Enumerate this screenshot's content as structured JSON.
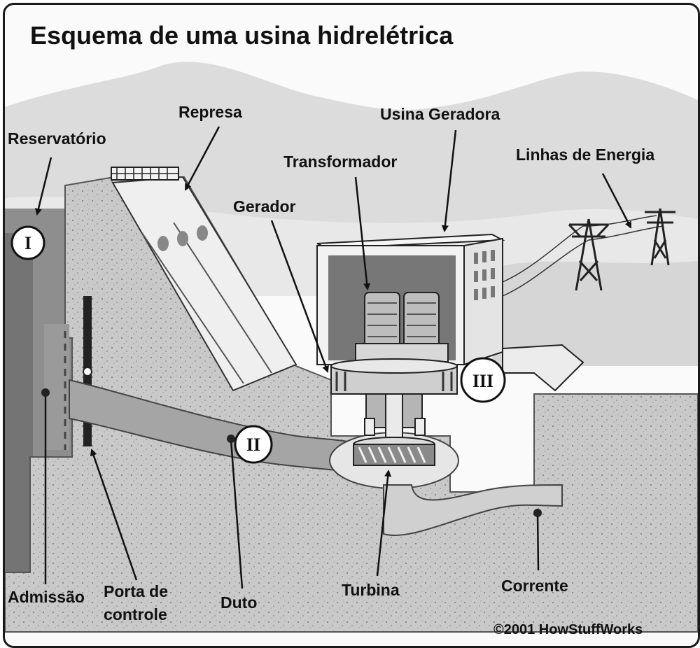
{
  "title": "Esquema de uma usina hidrelétrica",
  "labels": {
    "reservatorio": "Reservatório",
    "represa": "Represa",
    "usina_geradora": "Usina Geradora",
    "transformador": "Transformador",
    "linhas_energia": "Linhas de Energia",
    "gerador": "Gerador",
    "admissao": "Admissão",
    "porta_linha1": "Porta de",
    "porta_linha2": "controle",
    "duto": "Duto",
    "turbina": "Turbina",
    "corrente": "Corrente"
  },
  "markers": {
    "i": "I",
    "ii": "II",
    "iii": "III"
  },
  "copyright": "©2001 HowStuffWorks"
}
